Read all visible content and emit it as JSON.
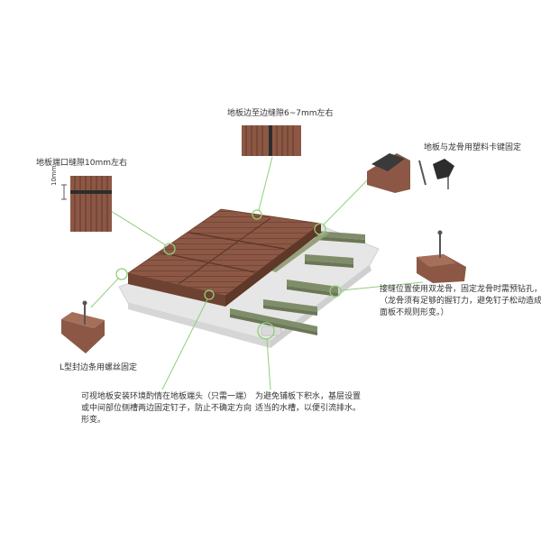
{
  "colors": {
    "wood": "#8c5845",
    "wood_dark": "#6e4232",
    "wood_light": "#a66f5a",
    "keel": "#7f8d6a",
    "keel_light": "#a4b08c",
    "base": "#ececec",
    "callout": "#8fcf7a"
  },
  "annotations": {
    "gap_side": "地板边至边缝隙6~7mm左右",
    "gap_end": "地板端口缝隙10mm左右",
    "dim_10mm": "10mm",
    "clip_fix": "地板与龙骨用塑料卡键固定",
    "double_keel": {
      "line1": "接缝位置使用双龙骨，固定龙骨时需预钻孔，",
      "line2": "（龙骨须有足够的握钉力，避免钉子松动造成",
      "line3": "面板不规则形变。）"
    },
    "l_trim": "L型封边条用螺丝固定",
    "nail_fix": {
      "line1": "可视地板安装环境酌情在地板端头（只需一端）",
      "line2": "或中间部位侧槽两边固定钉子，防止不确定方向",
      "line3": "形变。"
    },
    "drainage": {
      "line1": "为避免铺板下积水，基层设置",
      "line2": "适当的水槽，以便引流排水。"
    }
  }
}
